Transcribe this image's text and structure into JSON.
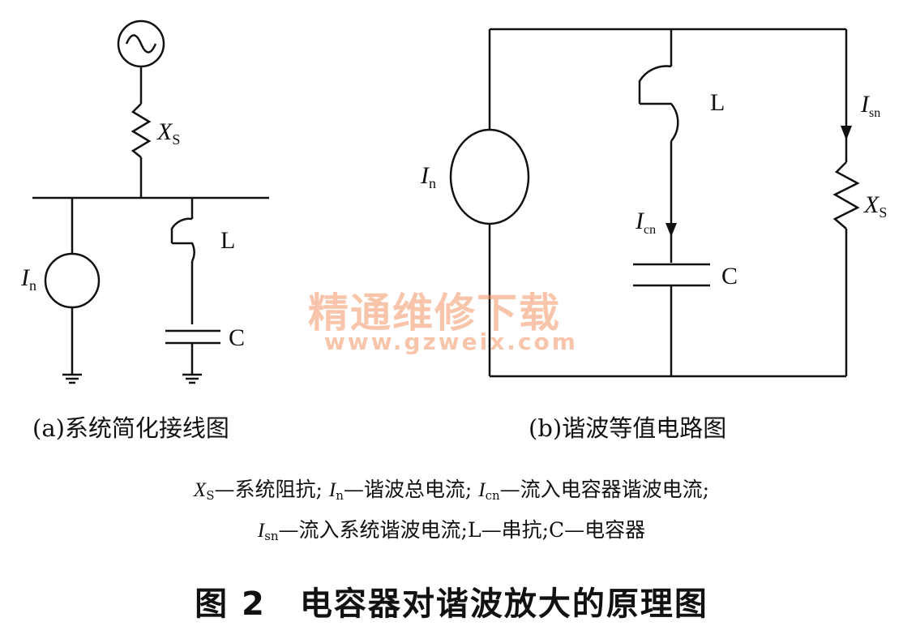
{
  "diagram_a": {
    "xs_symbol": "X",
    "xs_sub": "S",
    "in_symbol": "I",
    "in_sub": "n",
    "l_label": "L",
    "c_label": "C",
    "caption": "(a)系统简化接线图"
  },
  "diagram_b": {
    "in_symbol": "I",
    "in_sub": "n",
    "l_label": "L",
    "icn_symbol": "I",
    "icn_sub": "cn",
    "c_label": "C",
    "isn_symbol": "I",
    "isn_sub": "sn",
    "xs_symbol": "X",
    "xs_sub": "S",
    "caption": "(b)谐波等值电路图"
  },
  "legend": {
    "line1": {
      "xs_sym": "X",
      "xs_sub": "S",
      "xs_desc": "—系统阻抗;",
      "in_sym": "I",
      "in_sub": "n",
      "in_desc": "—谐波总电流;",
      "icn_sym": "I",
      "icn_sub": "cn",
      "icn_desc": "—流入电容器谐波电流;"
    },
    "line2": {
      "isn_sym": "I",
      "isn_sub": "sn",
      "isn_desc": "—流入系统谐波电流;L—串抗;C—电容器"
    }
  },
  "figure_title": "图 2　电容器对谐波放大的原理图",
  "watermark": {
    "text_cn": "精通维修下载",
    "url": "www.gzweix.com"
  },
  "colors": {
    "ink": "#111111",
    "watermark": "#f39664"
  }
}
